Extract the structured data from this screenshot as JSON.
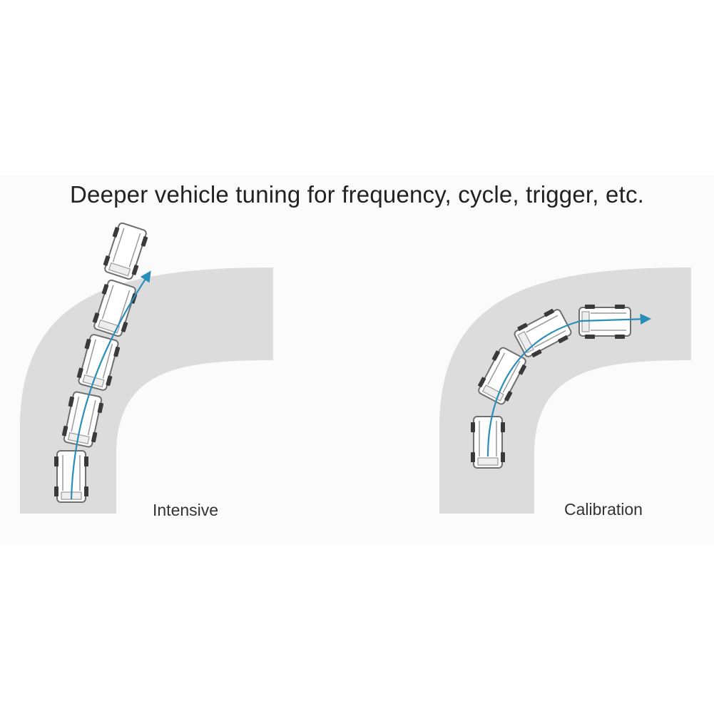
{
  "headline": "Deeper vehicle tuning for frequency, cycle, trigger, etc.",
  "panels": [
    {
      "caption": "Intensive",
      "car_count": 5,
      "path_color": "#2a8fb8"
    },
    {
      "caption": "Calibration",
      "car_count": 4,
      "path_color": "#2a8fb8"
    }
  ],
  "colors": {
    "road": "#dcdcdc",
    "car_body": "#ffffff",
    "car_outline": "#6f6f6f",
    "tire": "#3a3a3a",
    "arrow": "#2a8fb8"
  }
}
